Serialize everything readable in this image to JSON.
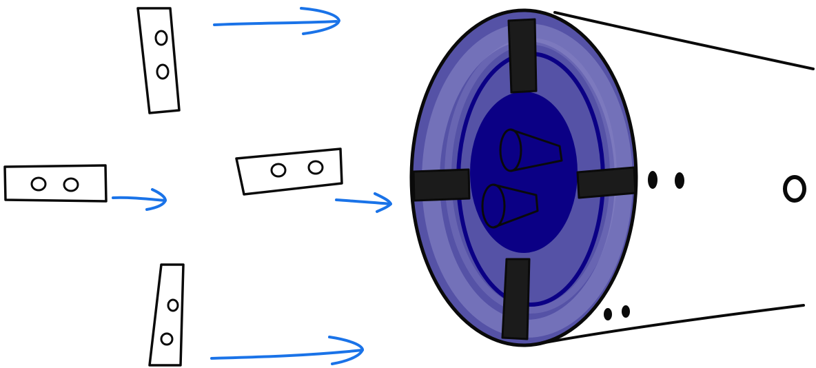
{
  "colors": {
    "background": "#ffffff",
    "ink": "#0a0a0a",
    "arrow": "#1a73e8",
    "ring_outer": "#5552a6",
    "ring_light": "#8d8ac8",
    "ring_band": "#0b0085",
    "core": "#0b0085",
    "clamp": "#1b1b1b"
  },
  "elements": {
    "cards": [
      {
        "name": "card-top",
        "orientation": "vertical",
        "holes": 2
      },
      {
        "name": "card-left",
        "orientation": "horizontal",
        "holes": 2
      },
      {
        "name": "card-middle",
        "orientation": "horizontal",
        "holes": 2
      },
      {
        "name": "card-bottom",
        "orientation": "vertical",
        "holes": 2
      }
    ],
    "arrows": [
      {
        "name": "arrow-top",
        "direction": "right"
      },
      {
        "name": "arrow-left",
        "direction": "right"
      },
      {
        "name": "arrow-middle",
        "direction": "right"
      },
      {
        "name": "arrow-bottom",
        "direction": "right"
      }
    ],
    "device": {
      "ring": "torus",
      "core_cones": 2,
      "clamps": 4,
      "trailing_dot_groups": 2,
      "tube_lines": 2
    }
  }
}
